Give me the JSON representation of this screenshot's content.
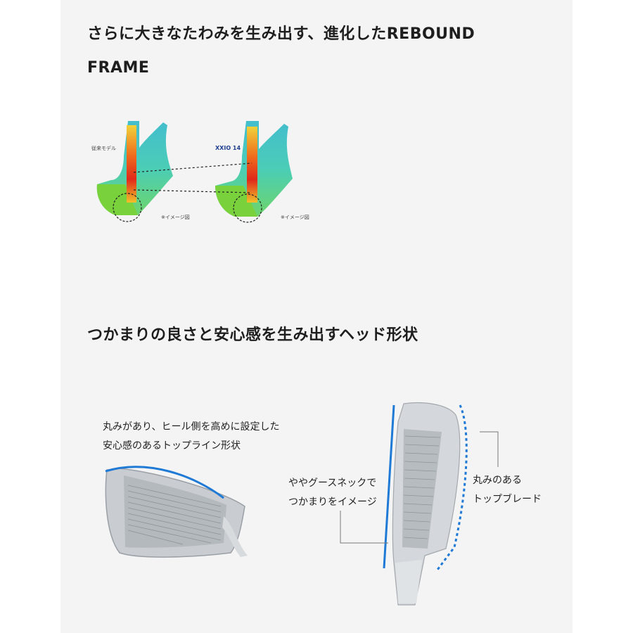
{
  "section1": {
    "title_line1": "さらに大きなたわみを生み出す、進化したREBOUND",
    "title_line2": "FRAME",
    "label_old_model": "従来モデル",
    "label_new_model": "XXIO 14",
    "note_left": "※イメージ図",
    "note_right": "※イメージ図"
  },
  "section2": {
    "title": "つかまりの良さと安心感を生み出すヘッド形状",
    "caption_topline_1": "丸みがあり、ヒール側を高めに設定した",
    "caption_topline_2": "安心感のあるトップライン形状",
    "caption_goose_1": "ややグースネックで",
    "caption_goose_2": "つかまりをイメージ",
    "caption_blade_1": "丸みのある",
    "caption_blade_2": "トップブレード"
  },
  "colors": {
    "accent_blue": "#1f7ad6",
    "panel_bg": "#f4f4f4"
  }
}
